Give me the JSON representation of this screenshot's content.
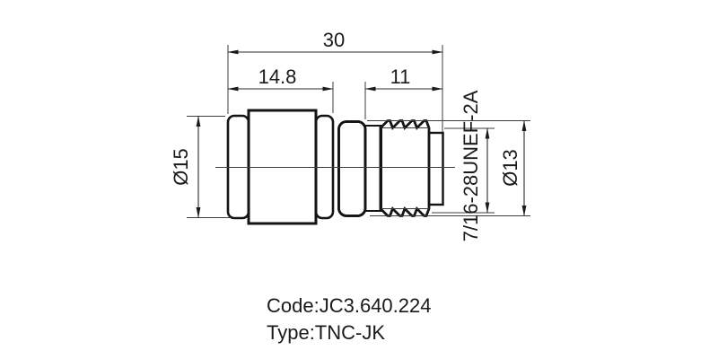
{
  "dimensions": {
    "overall_length": "30",
    "nut_length": "14.8",
    "thread_length": "11",
    "nut_diameter": "Ø15",
    "body_diameter": "Ø13",
    "thread_spec": "7/16-28UNEF-2A"
  },
  "caption": {
    "code": "Code:JC3.640.224",
    "type": "Type:TNC-JK"
  },
  "colors": {
    "line": "#1a1a1a",
    "thin_line": "#3d3d3d",
    "background": "#ffffff"
  }
}
